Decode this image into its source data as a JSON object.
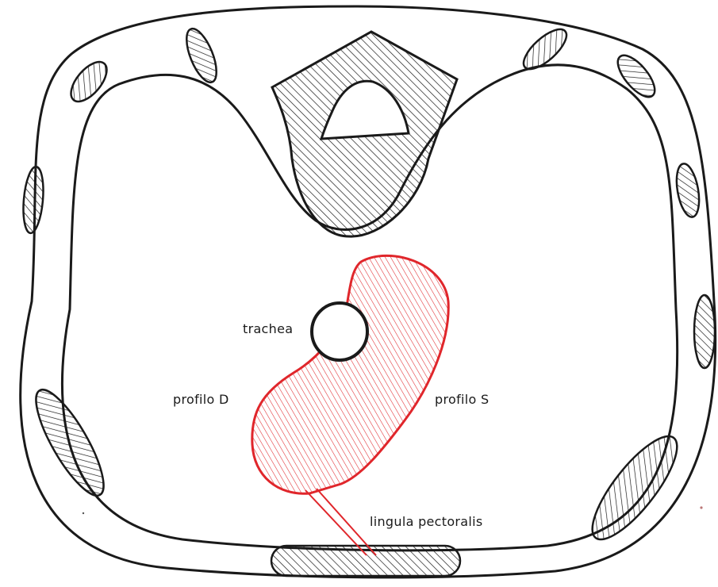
{
  "labels": {
    "trachea": "trachea",
    "profilo_d": "profilo D",
    "profilo_s": "profilo S",
    "lingula": "lingula pectoralis"
  },
  "colors": {
    "outline": "#1a1a1a",
    "highlight": "#e0262b",
    "background": "#ffffff"
  }
}
